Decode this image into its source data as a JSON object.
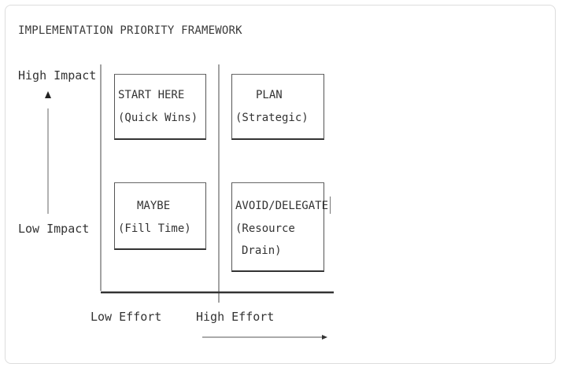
{
  "title": "IMPLEMENTATION PRIORITY FRAMEWORK",
  "axes": {
    "y_high": "High Impact",
    "y_low": "Low Impact",
    "x_low": "Low Effort",
    "x_high": "High Effort"
  },
  "quadrants": {
    "top_left": {
      "line1": "START HERE",
      "line2": "(Quick Wins)"
    },
    "top_right": {
      "line1": "PLAN",
      "line2": "(Strategic)"
    },
    "bottom_left": {
      "line1": "MAYBE",
      "line2": "(Fill Time)"
    },
    "bottom_right": {
      "line1": "AVOID/DELEGATE",
      "line2": "(Resource",
      "line3": "Drain)"
    }
  },
  "icons": {
    "up_arrow": "up-arrow-icon",
    "right_arrow": "right-arrow-icon"
  }
}
